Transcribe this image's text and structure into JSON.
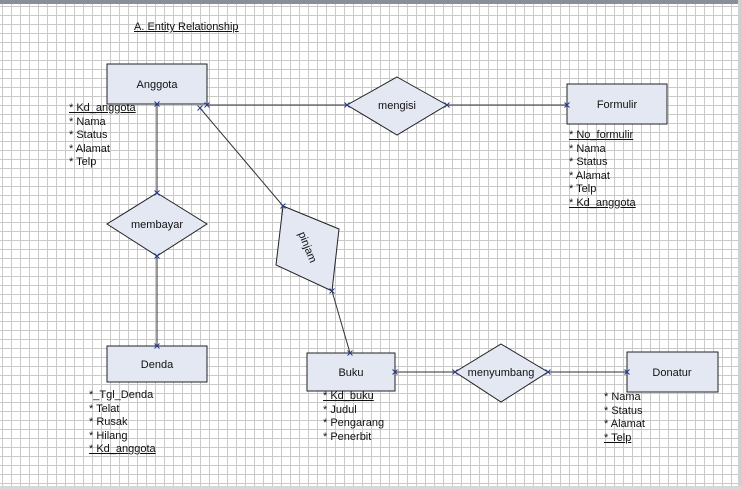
{
  "title": "A. Entity Relationship",
  "entities": {
    "anggota": {
      "label": "Anggota",
      "attributes": [
        {
          "text": "* Kd_anggota",
          "key": true
        },
        {
          "text": "* Nama",
          "key": false
        },
        {
          "text": "* Status",
          "key": false
        },
        {
          "text": "* Alamat",
          "key": false
        },
        {
          "text": "* Telp",
          "key": false
        }
      ]
    },
    "formulir": {
      "label": "Formulir",
      "attributes": [
        {
          "text": "* No_formulir",
          "key": true
        },
        {
          "text": "* Nama",
          "key": false
        },
        {
          "text": "* Status",
          "key": false
        },
        {
          "text": "* Alamat",
          "key": false
        },
        {
          "text": "* Telp",
          "key": false
        },
        {
          "text": "* Kd_anggota",
          "key": true
        }
      ]
    },
    "denda": {
      "label": "Denda",
      "attributes": [
        {
          "text": "*_Tgl_Denda",
          "key": false
        },
        {
          "text": "* Telat",
          "key": false
        },
        {
          "text": "* Rusak",
          "key": false
        },
        {
          "text": "* Hilang",
          "key": false
        },
        {
          "text": "* Kd_anggota",
          "key": true
        }
      ]
    },
    "buku": {
      "label": "Buku",
      "attributes": [
        {
          "text": "* Kd_buku",
          "key": true
        },
        {
          "text": "* Judul",
          "key": false
        },
        {
          "text": "* Pengarang",
          "key": false
        },
        {
          "text": "* Penerbit",
          "key": false
        }
      ]
    },
    "donatur": {
      "label": "Donatur",
      "attributes": [
        {
          "text": "* Nama",
          "key": false
        },
        {
          "text": "* Status",
          "key": false
        },
        {
          "text": "* Alamat",
          "key": false
        },
        {
          "text": "* Telp",
          "key": true
        }
      ]
    }
  },
  "relationships": {
    "mengisi": "mengisi",
    "membayar": "membayar",
    "pinjam": "pinjam",
    "menyumbang": "menyumbang"
  },
  "colors": {
    "shape_fill": "#e4e8f3",
    "shape_stroke": "#222222",
    "connector": "#333333",
    "handle": "#2a3a8c"
  }
}
